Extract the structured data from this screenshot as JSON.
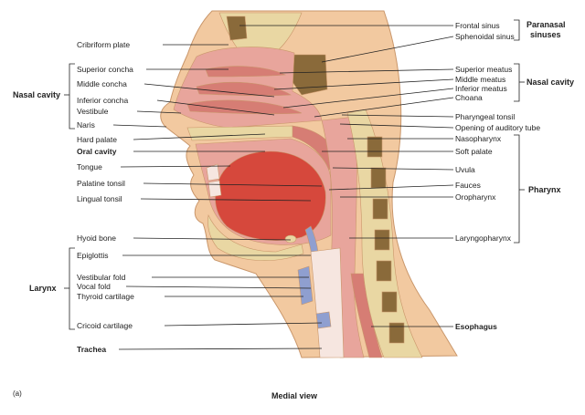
{
  "diagram": {
    "view_label": "Medial view",
    "panel_letter": "(a)",
    "colors": {
      "skin": "#f2c9a0",
      "skin_edge": "#c9966a",
      "mucosa": "#e8a59c",
      "mucosa_dark": "#d67d74",
      "muscle": "#d6483c",
      "bone": "#e9d7a3",
      "bone_spot": "#8a6a3a",
      "cartilage": "#c9d3e6",
      "cartilage_blue": "#8f9fd0",
      "airway": "#f6e6e0",
      "leader": "#222222"
    },
    "left_labels": {
      "cribriform_plate": "Cribriform plate",
      "superior_concha": "Superior concha",
      "middle_concha": "Middle concha",
      "inferior_concha": "Inferior concha",
      "vestibule": "Vestibule",
      "naris": "Naris",
      "hard_palate": "Hard palate",
      "oral_cavity": "Oral cavity",
      "tongue": "Tongue",
      "palatine_tonsil": "Palatine tonsil",
      "lingual_tonsil": "Lingual tonsil",
      "hyoid_bone": "Hyoid bone",
      "epiglottis": "Epiglottis",
      "vestibular_fold": "Vestibular fold",
      "vocal_fold": "Vocal fold",
      "thyroid_cartilage": "Thyroid cartilage",
      "cricoid_cartilage": "Cricoid cartilage",
      "trachea": "Trachea"
    },
    "right_labels": {
      "frontal_sinus": "Frontal sinus",
      "sphenoidal_sinus": "Sphenoidal sinus",
      "superior_meatus": "Superior meatus",
      "middle_meatus": "Middle meatus",
      "inferior_meatus": "Inferior meatus",
      "choana": "Choana",
      "pharyngeal_tonsil": "Pharyngeal tonsil",
      "opening_auditory_tube": "Opening of auditory tube",
      "nasopharynx": "Nasopharynx",
      "soft_palate": "Soft palate",
      "uvula": "Uvula",
      "fauces": "Fauces",
      "oropharynx": "Oropharynx",
      "laryngopharynx": "Laryngopharynx",
      "esophagus": "Esophagus"
    },
    "group_labels": {
      "nasal_cavity_left": "Nasal cavity",
      "larynx": "Larynx",
      "paranasal_line1": "Paranasal",
      "paranasal_line2": "sinuses",
      "nasal_cavity_right": "Nasal cavity",
      "pharynx": "Pharynx"
    }
  }
}
